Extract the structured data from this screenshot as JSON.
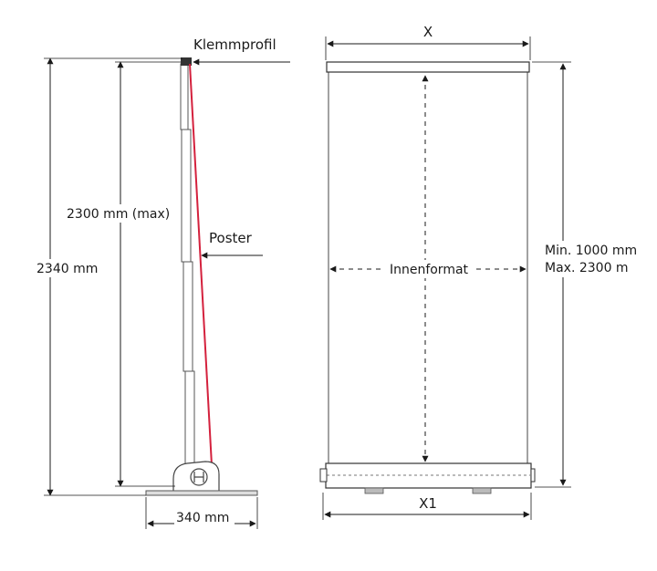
{
  "labels": {
    "clamp_profile": "Klemmprofil",
    "poster": "Poster",
    "height_max": "2300 mm (max)",
    "total_height": "2340 mm",
    "base_width": "340 mm",
    "width_top": "X",
    "width_bottom": "X1",
    "inner_format": "Innenformat",
    "min_height": "Min. 1000 mm",
    "max_height": "Max. 2300 m"
  },
  "colors": {
    "poster_line": "#d4213d",
    "line": "#1a1a1a",
    "stand": "#555555"
  }
}
